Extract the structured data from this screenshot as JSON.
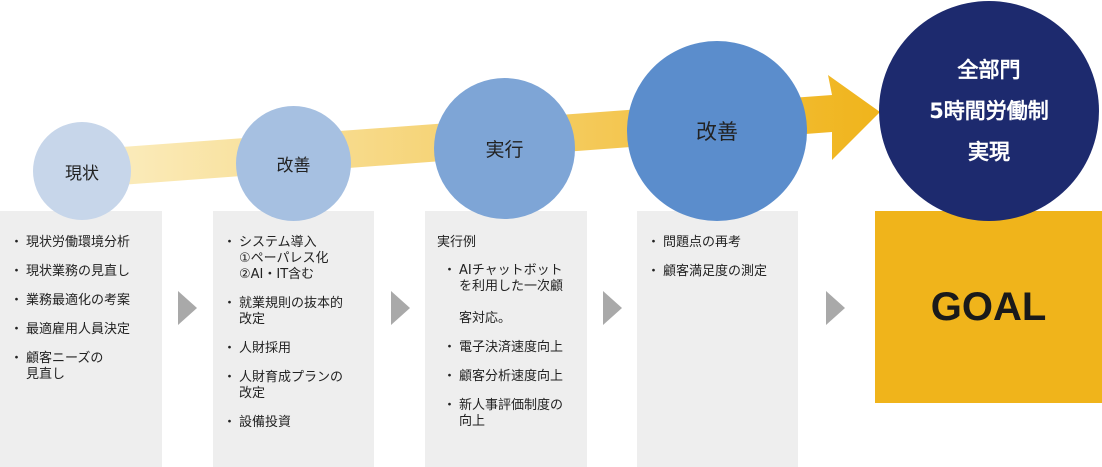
{
  "stages": [
    {
      "label": "現状",
      "color": "#c7d6ea",
      "text_color": "#222222"
    },
    {
      "label": "改善",
      "color": "#a6c0e1",
      "text_color": "#222222"
    },
    {
      "label": "実行",
      "color": "#7ea5d6",
      "text_color": "#222222"
    },
    {
      "label": "改善",
      "color": "#5b8dcc",
      "text_color": "#222222"
    }
  ],
  "goal_circle": {
    "label": "全部門\n5時間労働制\n実現",
    "color": "#1d2a6e",
    "text_color": "#ffffff"
  },
  "panels": [
    {
      "items": [
        "現状労働環境分析",
        "現状業務の見直し",
        "業務最適化の考案",
        "最適雇用人員決定",
        "顧客ニーズの\n見直し"
      ]
    },
    {
      "items": [
        "システム導入\n①ペーパレス化\n②AI・IT含む",
        "就業規則の抜本的\n改定",
        "人財採用",
        "人財育成プランの\n改定",
        "設備投資"
      ]
    },
    {
      "heading": "実行例",
      "items": [
        "AIチャットボット\nを利用した一次顧\n\n客対応。",
        "電子決済速度向上",
        "顧客分析速度向上",
        "新人事評価制度の\n向上"
      ]
    },
    {
      "items": [
        "問題点の再考",
        "顧客満足度の測定"
      ]
    }
  ],
  "goal_box": {
    "label": "GOAL",
    "color": "#f0b41b"
  },
  "arrow": {
    "color_start": "#fbeec3",
    "color_end": "#f0b41b"
  },
  "chevron_color": "#a9a9a9",
  "panel_background": "#eeeeee"
}
